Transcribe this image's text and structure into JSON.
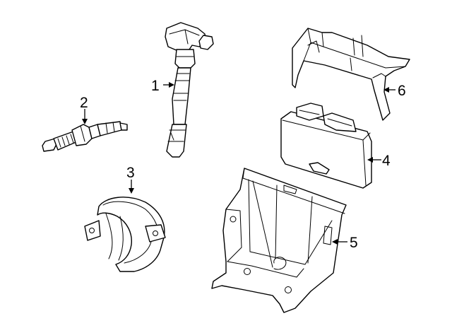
{
  "diagram": {
    "callouts": [
      {
        "id": "1",
        "label": "1"
      },
      {
        "id": "2",
        "label": "2"
      },
      {
        "id": "3",
        "label": "3"
      },
      {
        "id": "4",
        "label": "4"
      },
      {
        "id": "5",
        "label": "5"
      },
      {
        "id": "6",
        "label": "6"
      }
    ],
    "parts": [
      {
        "callout": "1",
        "icon": "ignition-coil-icon"
      },
      {
        "callout": "2",
        "icon": "spark-plug-icon"
      },
      {
        "callout": "3",
        "icon": "bracket-shield-icon"
      },
      {
        "callout": "4",
        "icon": "control-module-icon"
      },
      {
        "callout": "5",
        "icon": "mounting-tray-icon"
      },
      {
        "callout": "6",
        "icon": "cover-bracket-icon"
      }
    ],
    "colors": {
      "line": "#000000",
      "background": "#ffffff"
    }
  }
}
